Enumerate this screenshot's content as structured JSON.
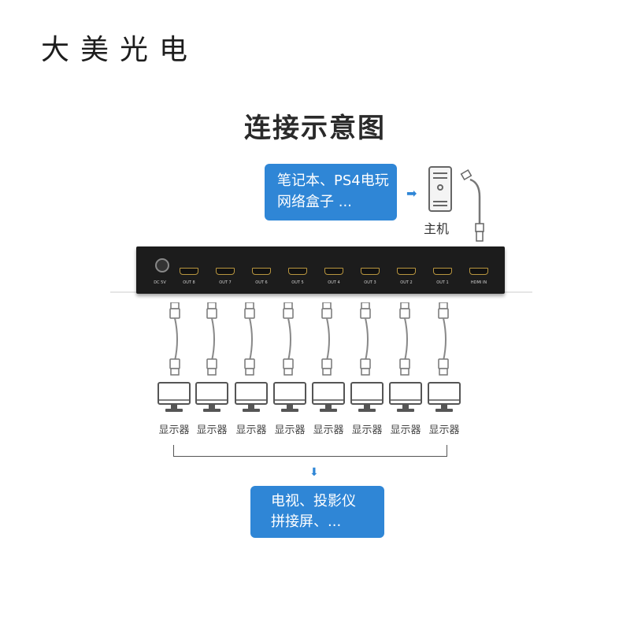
{
  "brand": {
    "name": "大美光电"
  },
  "title": "连接示意图",
  "source_box": {
    "line1": "笔记本、PS4电玩",
    "line2": "网络盒子 ..."
  },
  "host": {
    "label": "主机",
    "icon": "desktop-pc-icon"
  },
  "splitter": {
    "dc_label": "DC 5V",
    "ports": [
      "OUT 8",
      "OUT 7",
      "OUT 6",
      "OUT 5",
      "OUT 4",
      "OUT 3",
      "OUT 2",
      "OUT 1"
    ],
    "input_label": "HDMI IN"
  },
  "monitors": [
    "显示器",
    "显示器",
    "显示器",
    "显示器",
    "显示器",
    "显示器",
    "显示器",
    "显示器"
  ],
  "output_box": {
    "line1": "电视、投影仪",
    "line2": "拼接屏、..."
  },
  "colors": {
    "accent": "#2f86d6",
    "device": "#1c1c1c",
    "gold": "#b8953f"
  }
}
